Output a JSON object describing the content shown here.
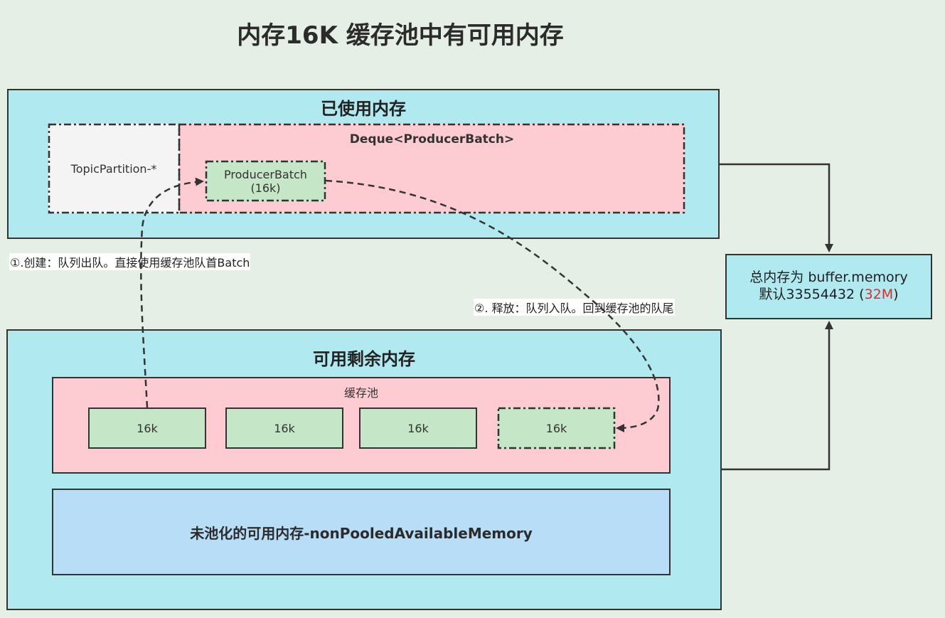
{
  "title": "内存16K 缓存池中有可用内存",
  "used_memory": {
    "title": "已使用内存",
    "topic_partition": "TopicPartition-*",
    "deque_label": "Deque<ProducerBatch>",
    "producer_batch_line1": "ProducerBatch",
    "producer_batch_line2": "(16k)"
  },
  "available_memory": {
    "title": "可用剩余内存",
    "pool_label": "缓存池",
    "blocks": [
      "16k",
      "16k",
      "16k",
      "16k"
    ],
    "non_pooled": "未池化的可用内存-nonPooledAvailableMemory"
  },
  "total_memory": {
    "line1": "总内存为 buffer.memory",
    "line2_prefix": "默认33554432 (",
    "line2_highlight": "32M",
    "line2_suffix": ")"
  },
  "notes": {
    "create": "①.创建：队列出队。直接使用缓存池队首Batch",
    "release": "②. 释放：队列入队。回到缓存池的队尾"
  },
  "colors": {
    "background": "#e6efe6",
    "panel": "#b1e9f0",
    "pink": "#fdccd3",
    "green": "#c6e6c8",
    "blue": "#b8ddf7",
    "highlight": "#e22c2c"
  }
}
